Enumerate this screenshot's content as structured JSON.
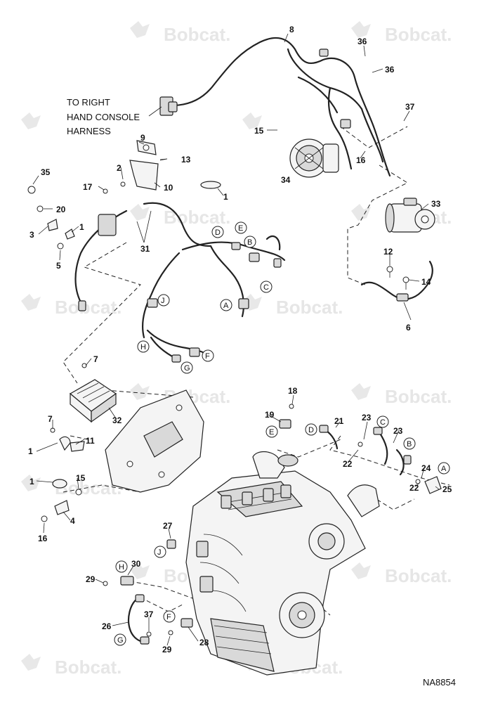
{
  "figure_code": "NA8854",
  "note": {
    "lines": [
      "TO RIGHT",
      "HAND CONSOLE",
      "HARNESS"
    ]
  },
  "watermark": {
    "text": "Bobcat."
  },
  "callouts": [
    "8",
    "36",
    "36",
    "37",
    "15",
    "16",
    "34",
    "33",
    "9",
    "13",
    "2",
    "10",
    "17",
    "1",
    "35",
    "20",
    "3",
    "1",
    "5",
    "31",
    "12",
    "14",
    "6",
    "7",
    "32",
    "18",
    "19",
    "21",
    "23",
    "23",
    "22",
    "22",
    "24",
    "25",
    "1",
    "11",
    "7",
    "1",
    "15",
    "4",
    "16",
    "27",
    "30",
    "29",
    "26",
    "37",
    "28",
    "29"
  ],
  "connector_letters": [
    "D",
    "E",
    "B",
    "C",
    "A",
    "J",
    "H",
    "G",
    "F",
    "E",
    "D",
    "C",
    "B",
    "A",
    "J",
    "H",
    "F",
    "G"
  ]
}
